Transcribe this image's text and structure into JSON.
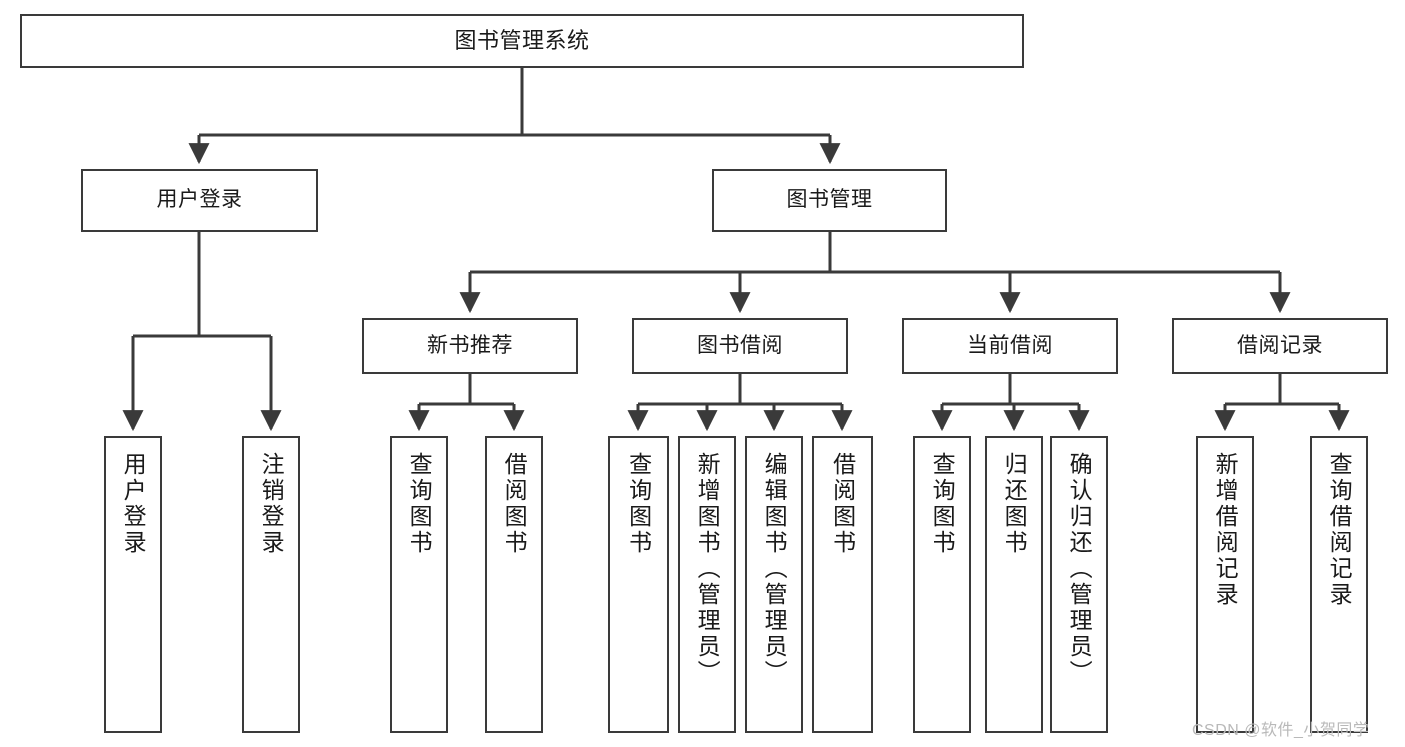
{
  "diagram": {
    "title": "图书管理系统",
    "type": "tree-hierarchy",
    "colors": {
      "border": "#3a3a3a",
      "background": "#ffffff",
      "text": "#1a1a1a",
      "watermark": "#b9b9b9"
    },
    "root": {
      "label": "图书管理系统"
    },
    "level2": [
      {
        "label": "用户登录"
      },
      {
        "label": "图书管理"
      }
    ],
    "level3": [
      {
        "label": "新书推荐"
      },
      {
        "label": "图书借阅"
      },
      {
        "label": "当前借阅"
      },
      {
        "label": "借阅记录"
      }
    ],
    "leaves": {
      "user_login": [
        {
          "label": "用户登录"
        },
        {
          "label": "注销登录"
        }
      ],
      "new_book": [
        {
          "label": "查询图书"
        },
        {
          "label": "借阅图书"
        }
      ],
      "book_borrow": [
        {
          "label": "查询图书"
        },
        {
          "label": "新增图书（管理员）"
        },
        {
          "label": "编辑图书（管理员）"
        },
        {
          "label": "借阅图书"
        }
      ],
      "current_borrow": [
        {
          "label": "查询图书"
        },
        {
          "label": "归还图书"
        },
        {
          "label": "确认归还（管理员）"
        }
      ],
      "borrow_record": [
        {
          "label": "新增借阅记录"
        },
        {
          "label": "查询借阅记录"
        }
      ]
    }
  },
  "watermark": {
    "text": "CSDN @软件_小贺同学"
  }
}
